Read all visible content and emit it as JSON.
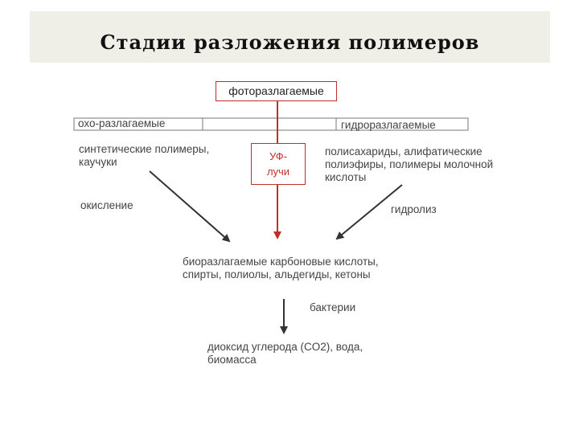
{
  "title": "Стадии разложения полимеров",
  "photo": "фоторазлагаемые",
  "uv": [
    "УФ-",
    "лучи"
  ],
  "oxo": "охо-разлагаемые",
  "hydro": "гидроразлагаемые",
  "synthetic": [
    "синтетические полимеры,",
    "каучуки"
  ],
  "polysaccharides": [
    "полисахариды, алифатические",
    "полиэфиры, полимеры молочной",
    "кислоты"
  ],
  "oxidation": "окисление",
  "hydrolysis": "гидролиз",
  "bio": [
    "биоразлагаемые карбоновые кислоты,",
    "спирты, полиолы, альдегиды, кетоны"
  ],
  "bacteria": "бактерии",
  "final": [
    "диоксид углерода (CO2), вода,",
    "биомасса"
  ]
}
